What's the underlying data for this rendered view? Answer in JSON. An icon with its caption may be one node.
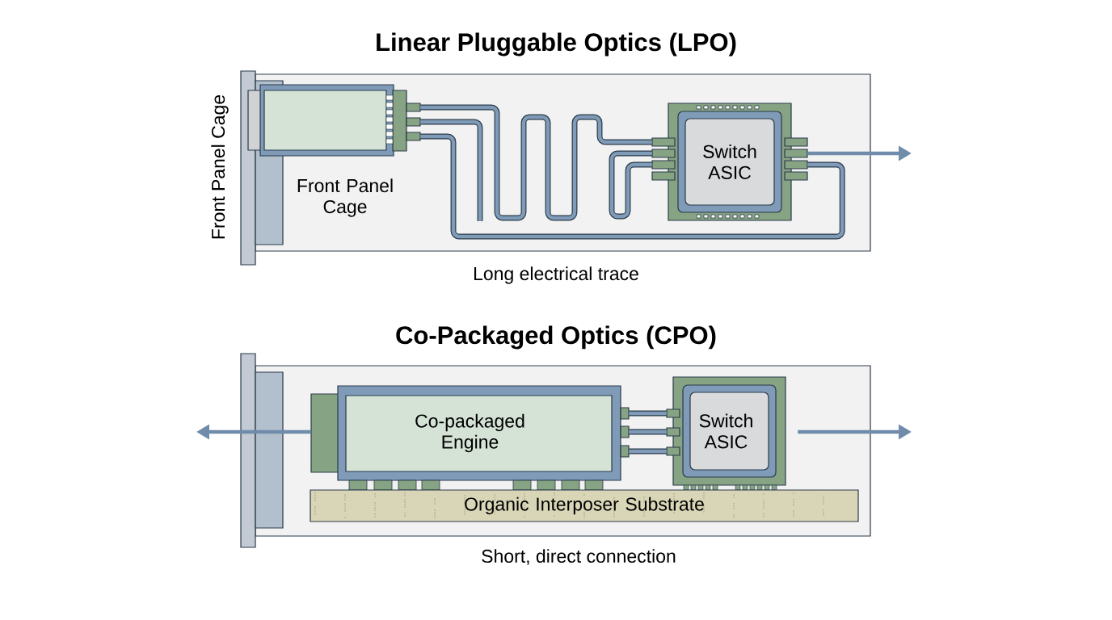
{
  "diagram": {
    "nodes": [
      {
        "text": [],
        "shape": "box"
      },
      {
        "text": [
          "Switch ASIC"
        ]
      },
      {
        "text": [
          "Co-packaged Engine"
        ]
      },
      {
        "text": [
          "Switch ASIC"
        ]
      },
      {
        "text": [
          "Organic Interposer Substrate"
        ]
      }
    ],
    "edges": [
      {
        "from": 0,
        "to": 1,
        "arrow": "none"
      },
      {
        "from": 0,
        "to": null,
        "arrow": "none"
      },
      {
        "from": 0,
        "to": 1,
        "arrow": "none"
      },
      {
        "from": 1,
        "to": 1,
        "arrow": "none"
      },
      {
        "from": 1,
        "to": null,
        "arrow": "to",
        "color": "#6f8cab"
      },
      {
        "from": 2,
        "to": 3,
        "arrow": "none"
      },
      {
        "from": 2,
        "to": 3,
        "arrow": "none"
      },
      {
        "from": 2,
        "to": 3,
        "arrow": "none"
      },
      {
        "from": 2,
        "to": null,
        "arrow": "to",
        "color": "#6f8cab"
      },
      {
        "from": 3,
        "to": null,
        "arrow": "to",
        "color": "#6f8cab"
      }
    ],
    "labels": [
      "Linear Pluggable Optics (LPO)",
      "Front Panel Cage",
      "Front Panel Cage",
      "Long electrical trace",
      "Co-Packaged Optics (CPO)",
      "Short, direct connection"
    ]
  }
}
